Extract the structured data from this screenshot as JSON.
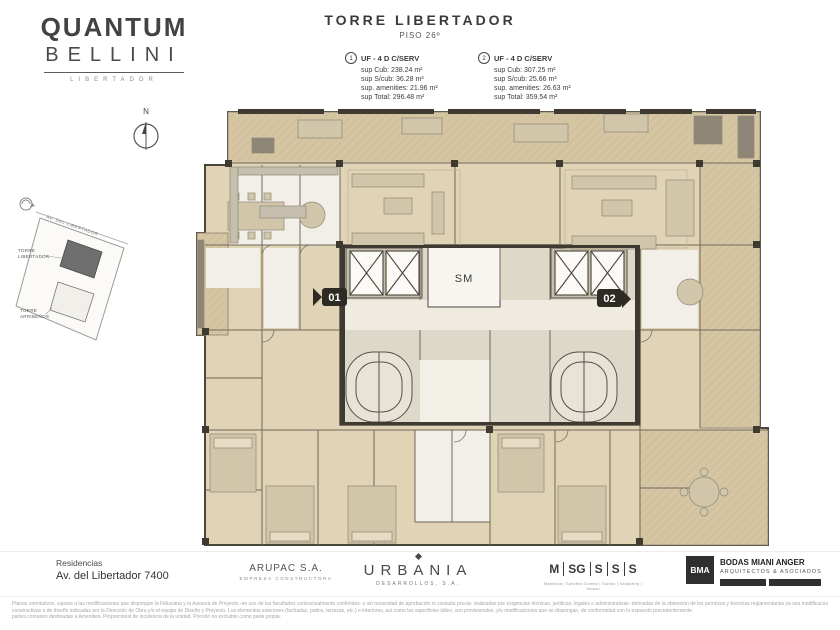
{
  "colors": {
    "terrace_tan": "#d5c5a3",
    "floor_tan": "#e0d3b6",
    "wall_dark": "#4a453a",
    "core_gray": "#c6bfae",
    "badge_dark": "#2e2a24"
  },
  "brand": {
    "line1": "QUANTUM",
    "line2": "BELLINI",
    "tagline": "LIBERTADOR"
  },
  "header": {
    "title": "TORRE  LIBERTADOR",
    "subtitle": "PISO 26º"
  },
  "units": [
    {
      "number": "1",
      "type": "UF - 4 D C/SERV",
      "lines": [
        "sup Cub:  238.24 m²",
        "sup S/cub:  36.28 m²",
        "sup. amenities:  21.96 m²",
        "sup Total:  296.48 m²"
      ]
    },
    {
      "number": "2",
      "type": "UF - 4 D C/SERV",
      "lines": [
        "sup Cub:  307.25 m²",
        "sup S/cub:  25.66 m²",
        "sup. amenities:  26.63 m²",
        "sup Total:  359.54 m²"
      ]
    }
  ],
  "compass": {
    "north": "N"
  },
  "site_plan": {
    "street": "AV. DEL LIBERTADOR",
    "building1_line1": "TORRE",
    "building1_line2": "LIBERTADOR",
    "building2_line1": "TORRE",
    "building2_line2": "ARRIBEÑOS"
  },
  "plan": {
    "unit1_badge": "01",
    "unit2_badge": "02",
    "service_room": "SM"
  },
  "footer": {
    "residences_label": "Residencias",
    "address": "Av. del Libertador  7400",
    "builder_name": "ARUPAC S.A.",
    "builder_role": "EMPRESA CONSTRUCTORA",
    "developer_name": "URBANIA",
    "developer_role": "DESARROLLOS, S.A.",
    "architects_logo": [
      "M",
      "SG",
      "S",
      "S",
      "S"
    ],
    "architects_names": "Manteola | Sánchez Gómez | Santos | Sallaberry | Vinson",
    "bma_abbr": "BMA",
    "bma_name": "BODAS MIANI ANGER",
    "bma_role": "ARQUITECTOS & ASOCIADOS"
  },
  "disclaimer": {
    "line1": "Planos orientativos, sujetos a las modificaciones que dispongan la Fiduciaria y la Asesora de Proyecto -en uso de las facultades contractualmente conferidas- y sin necesidad de aprobación ni consulta previa- realizadas por exigencias técnicas, jurídicas, legales o administrativas -derivadas de la obtención de los permisos y licencias reglamentarias ya sea modificaciones",
    "line2": "constructivas o de diseño  indicadas por la Dirección de Obra y/o el equipo de Diseño y Proyecto. Los elementos exteriores (fachadas, patios, terrazas, etc.) e interiores, así como las superficies útiles, son provisionales, y/o modificaciones que se dispongan, de conformidad con lo expuesto precedentemente",
    "line3": "partes comunes destinadas a Amenities. Proporcional de incidencia de la unidad. Porción no excluible como parte propia."
  }
}
